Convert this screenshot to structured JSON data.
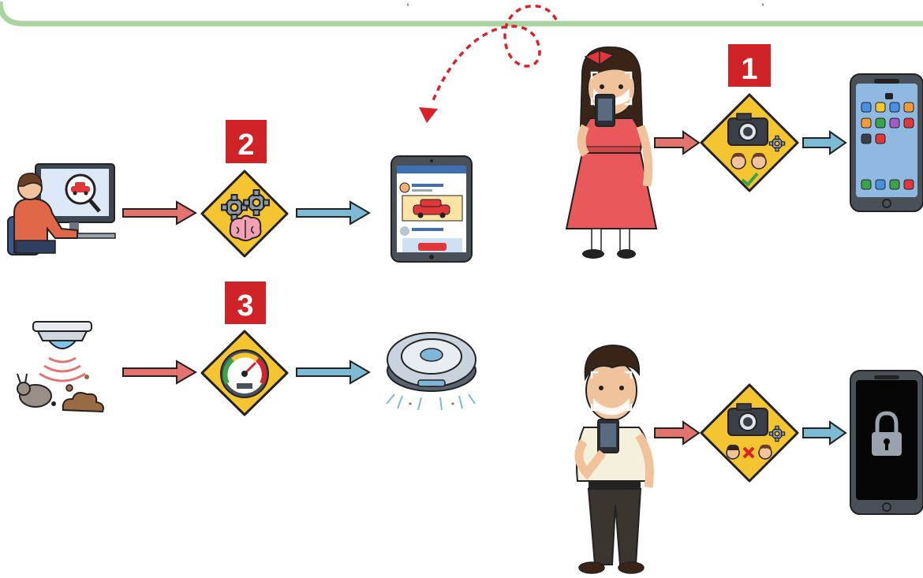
{
  "badges": {
    "face_unlock": "1",
    "recommendation": "2",
    "sensor_cleaning": "3"
  },
  "colors": {
    "frame_green": "#a9d4a0",
    "badge_red": "#cf2328",
    "diamond_yellow": "#f4c531",
    "arrow_red": "#e3736f",
    "arrow_blue": "#7cbad6",
    "dotted_red": "#d9222a",
    "check_green": "#3aa34a",
    "cross_red": "#d9222a"
  },
  "icons": {
    "person_computer": "person-at-computer-searching-car-icon",
    "ai_brain": "gears-and-brain-icon",
    "tablet_feed": "tablet-car-ads-feed-icon",
    "sensor": "ceiling-sensor-detecting-dust-and-pet-icon",
    "gauge": "speedometer-gauge-icon",
    "robot_vacuum": "robot-vacuum-icon",
    "girl": "girl-holding-phone-face-scan-icon",
    "camera_match": "camera-face-match-check-icon",
    "phone_unlocked": "unlocked-smartphone-home-screen-icon",
    "boy": "boy-holding-phone-face-scan-icon",
    "camera_mismatch": "camera-face-mismatch-cross-icon",
    "phone_locked": "locked-smartphone-padlock-icon"
  }
}
